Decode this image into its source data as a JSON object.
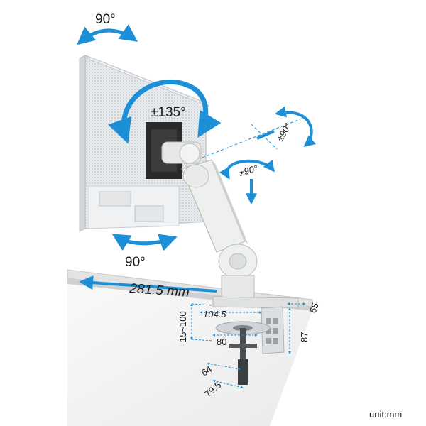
{
  "labels": {
    "top_rotation": "90°",
    "center_rotation": "±135°",
    "bottom_rotation": "90°",
    "arm_rotation_upper": "±90°",
    "arm_rotation_mid": "±90°",
    "reach": "281.5 mm",
    "clamp_range": "15~100",
    "clamp_depth": "104.5",
    "clamp_top": "65",
    "clamp_height": "87",
    "plate_dia": "80",
    "pad_width": "64",
    "screw_length": "79.5",
    "unit": "unit:mm"
  },
  "colors": {
    "accent_blue": "#1d8fd6",
    "monitor_body": "#e9ecef",
    "arm": "#eef0ee",
    "clamp": "#dcdfe2"
  }
}
